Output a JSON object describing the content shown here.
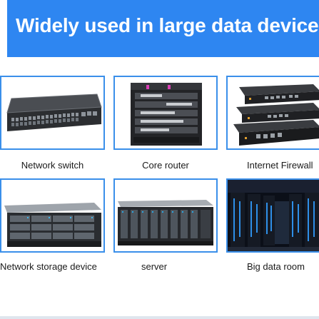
{
  "banner": {
    "title": "Widely used in large data devices",
    "color": "#2e86f1"
  },
  "products": [
    {
      "label": "Network switch",
      "icon": "network-switch-image"
    },
    {
      "label": "Core router",
      "icon": "core-router-image"
    },
    {
      "label": "Internet Firewall",
      "icon": "internet-firewall-image"
    },
    {
      "label": "Network storage device",
      "icon": "storage-device-image"
    },
    {
      "label": "server",
      "icon": "server-image"
    },
    {
      "label": "Big data room",
      "icon": "data-room-image"
    }
  ],
  "colors": {
    "card_border": "#3a8fea",
    "accent_blue": "#2e86f1"
  }
}
